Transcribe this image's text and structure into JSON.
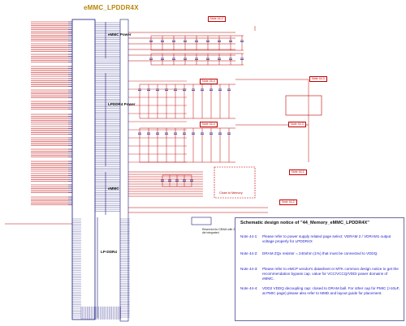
{
  "sheet": {
    "title": "eMMC_LPDDR4X",
    "sections": [
      "eMMC Power",
      "LPDDR4 Power",
      "eMMC",
      "LP-DDR4"
    ],
    "note_tags": [
      "Note 44-2",
      "Note 44-4",
      "Note 44-4",
      "Note 44-3",
      "Note 44-3",
      "Note 44-1",
      "Note 44-2"
    ],
    "close_to_memory": "Close to Memory",
    "reserved_text": "Reserved for DRAM with 2-die integrated."
  },
  "notes": {
    "heading": "Schematic design notice of \"44_Memory_eMMC_LPDDR4X\"",
    "items": [
      {
        "id": "Note 44-1:",
        "text": "Please refer to power supply related page select: VDRAM 2 / VDRAM1 output voltage properly for LPDDR4X"
      },
      {
        "id": "Note 44-2:",
        "text": "DRAM ZQx resistor = 240ohm (1%) that must be connected to VDDQ."
      },
      {
        "id": "Note 44-3:",
        "text": "Please refer to eMCP vendor's datasheet or MTK common design notice to get the recommendation bypass cap. value for VCC/VCCQ/VDDI power domains of eMMC."
      },
      {
        "id": "Note 44-4:",
        "text": "VDD2 VDDQ decoupling cap: closed to DRAM ball. For other cap for PMIC (>10uF, at PMIC page) please also refer to MMD and layout guide for placement."
      }
    ]
  },
  "colors": {
    "wire": "#c00000",
    "body": "#1a1a80",
    "text": "#111111",
    "title": "#b8860b",
    "note_text": "#1a1acc"
  }
}
